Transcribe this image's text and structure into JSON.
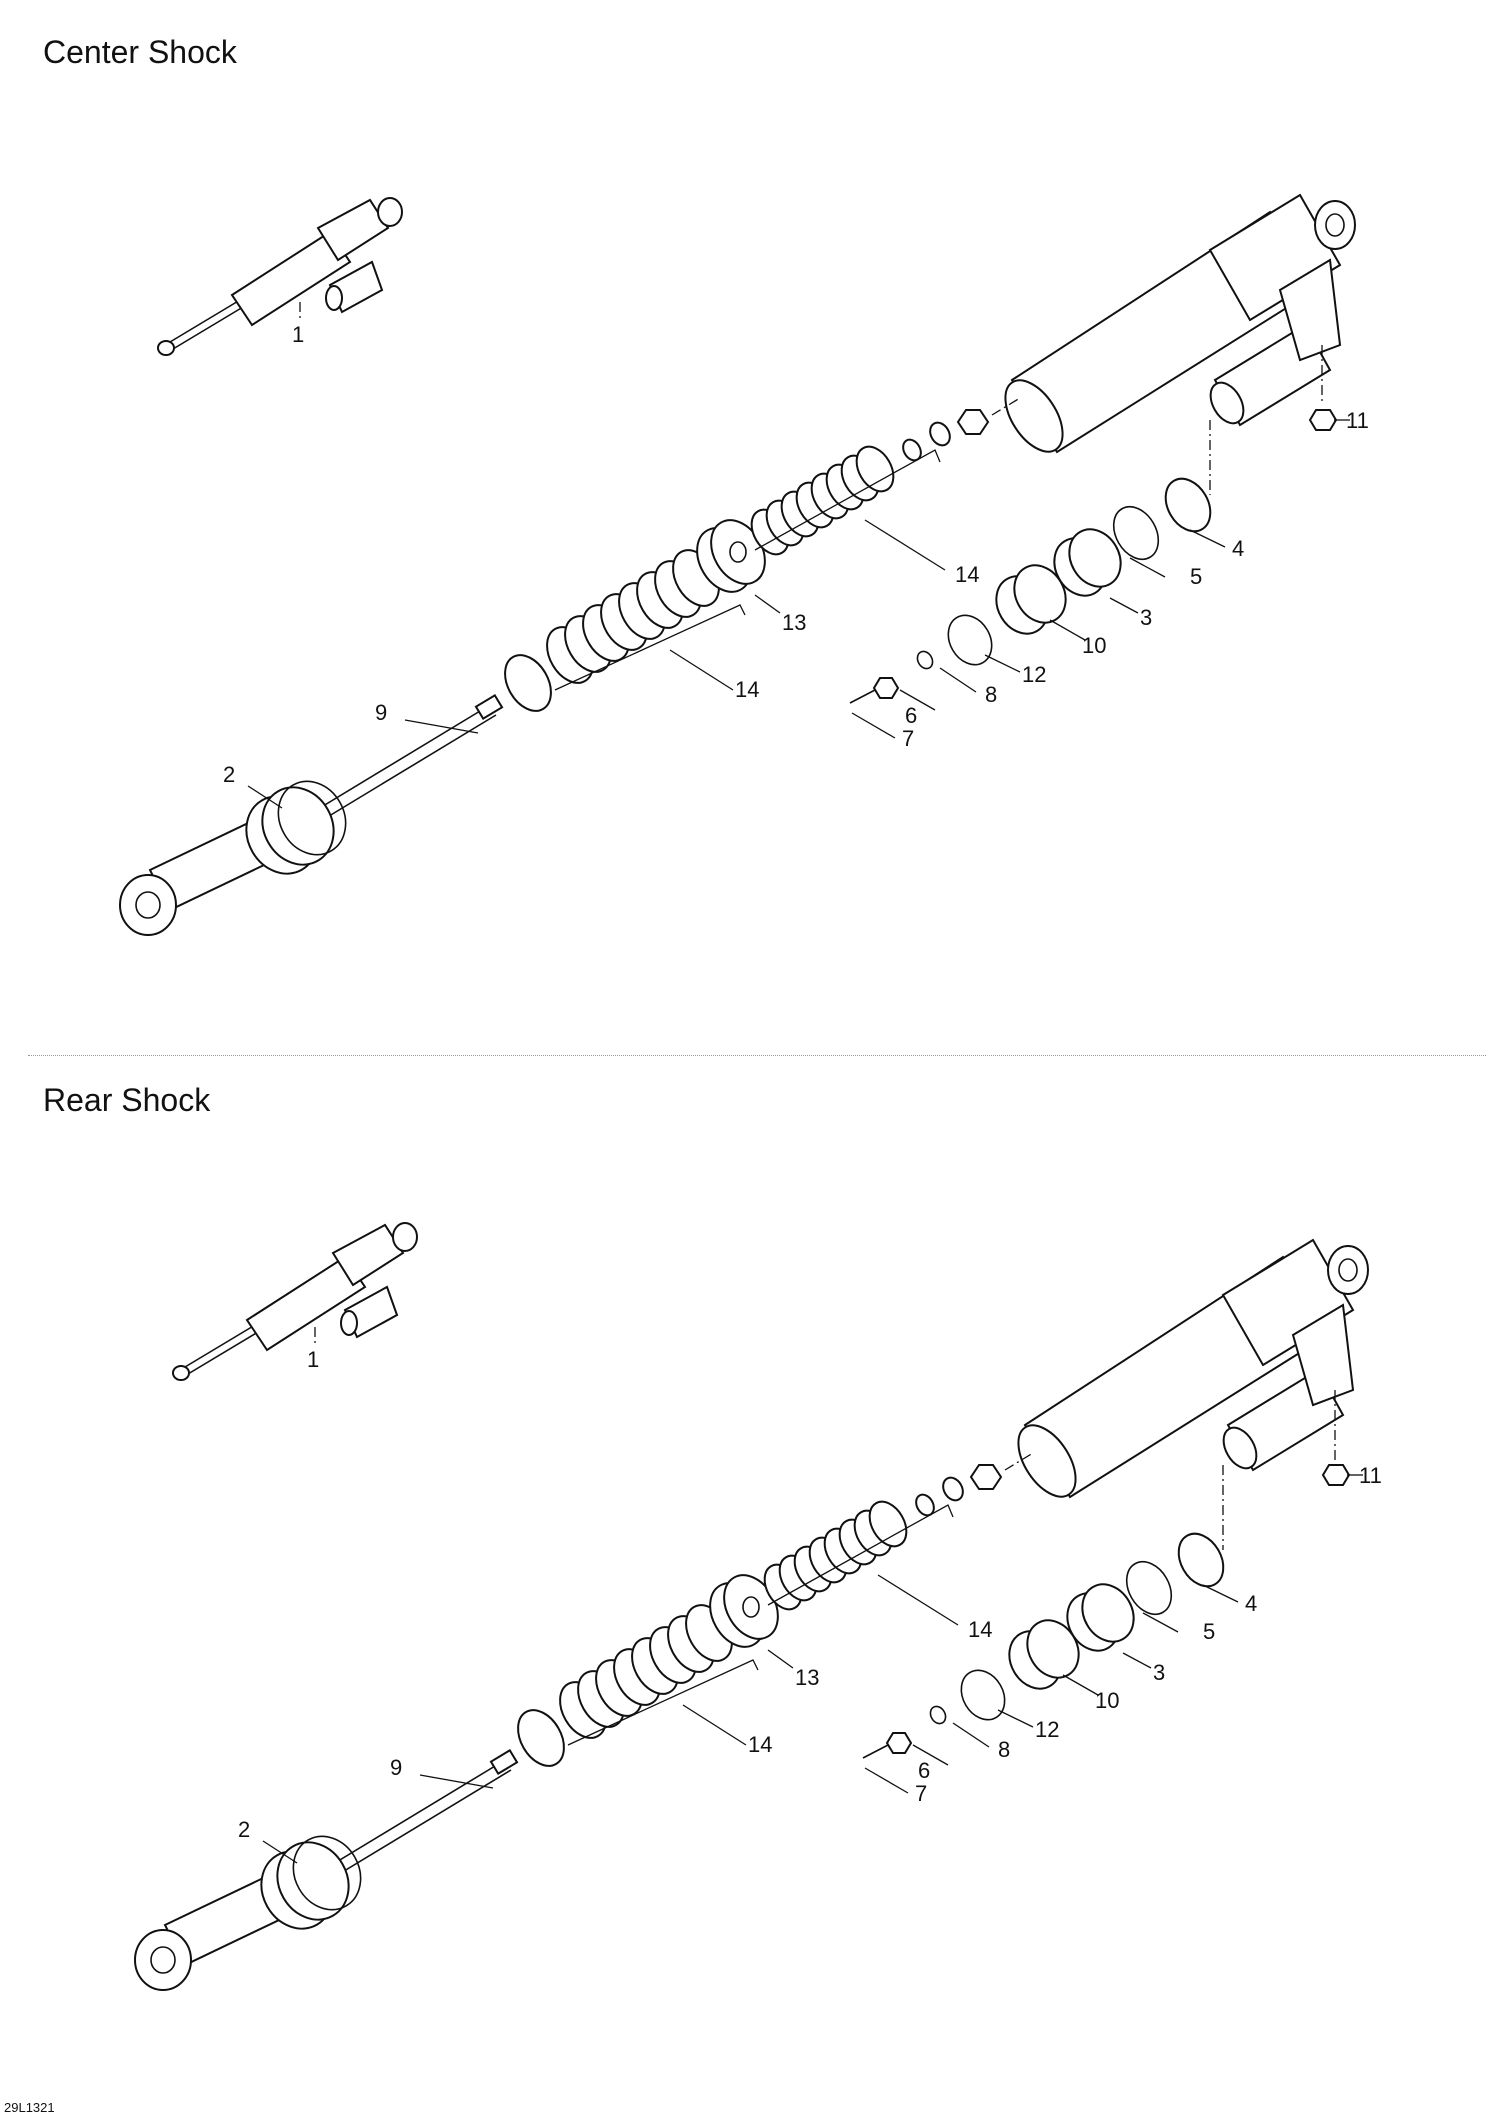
{
  "sections": [
    {
      "title": "Center Shock"
    },
    {
      "title": "Rear Shock"
    }
  ],
  "callouts": [
    "1",
    "2",
    "3",
    "4",
    "5",
    "6",
    "7",
    "8",
    "9",
    "10",
    "11",
    "12",
    "13",
    "14",
    "14"
  ],
  "figure_id": "29L1321"
}
